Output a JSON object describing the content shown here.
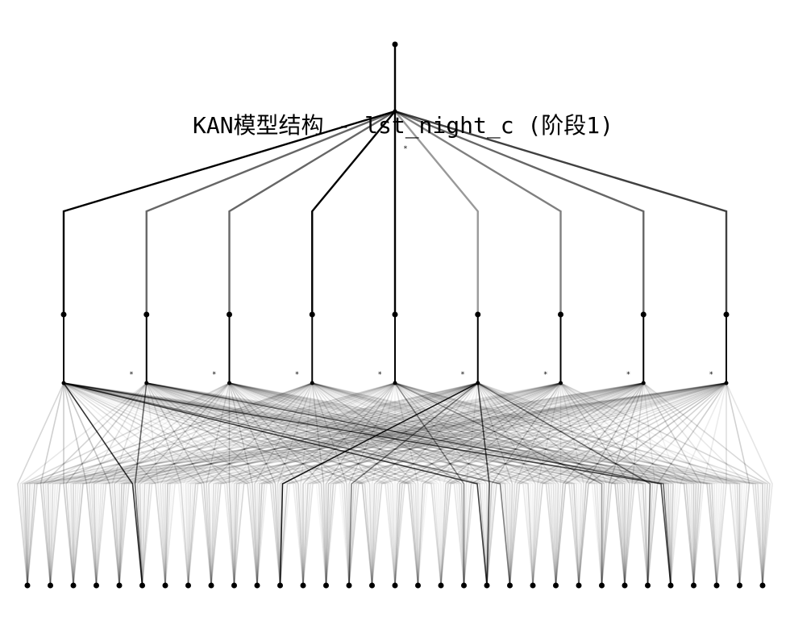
{
  "title": "KAN模型结构 - lst_night_c (阶段1)",
  "network": {
    "layer_widths": [
      33,
      9,
      1
    ],
    "symbol_markers": [
      "*",
      "*",
      "*",
      "*",
      "*",
      "*",
      "*",
      "*",
      "*"
    ]
  },
  "colors": {
    "edge": "#000000",
    "node": "#000000",
    "background": "#ffffff"
  }
}
